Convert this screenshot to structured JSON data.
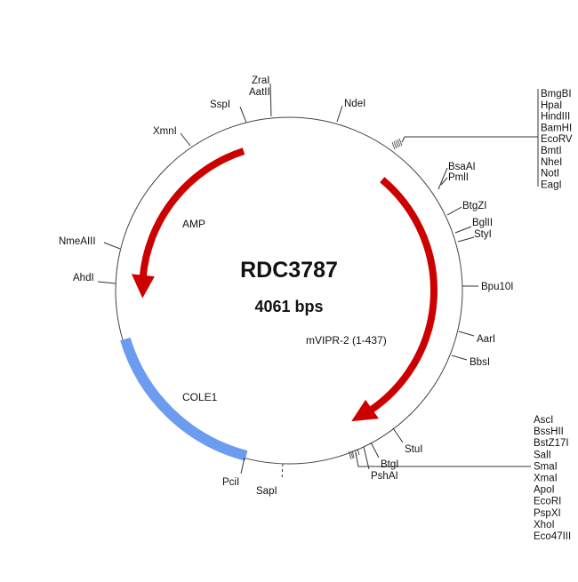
{
  "plasmid": {
    "name": "RDC3787",
    "size_label": "4061 bps"
  },
  "colors": {
    "arrow": "#cc0000",
    "origin": "#6c9cf0",
    "backbone": "#444444"
  },
  "features": {
    "amp": "AMP",
    "mvipr": "mVIPR-2 (1-437)",
    "cole1": "COLE1"
  },
  "sites": {
    "zrai": "ZraI",
    "aatii": "AatII",
    "sspi": "SspI",
    "xmni": "XmnI",
    "ndei": "NdeI",
    "nmeaiii": "NmeAIII",
    "ahdi": "AhdI",
    "bsaai": "BsaAI",
    "pmli": "PmlI",
    "btgzi": "BtgZI",
    "bglii": "BglII",
    "styi": "StyI",
    "bpu10i": "Bpu10I",
    "aari": "AarI",
    "bbsi": "BbsI",
    "stui": "StuI",
    "btgi": "BtgI",
    "pshai": "PshAI",
    "pcii": "PciI",
    "sapi": "SapI"
  },
  "mcs_top": [
    "BmgBI",
    "HpaI",
    "HindIII",
    "BamHI",
    "EcoRV",
    "BmtI",
    "NheI",
    "NotI",
    "EagI"
  ],
  "mcs_bottom": [
    "AscI",
    "BssHII",
    "BstZ17I",
    "SalI",
    "SmaI",
    "XmaI",
    "ApoI",
    "EcoRI",
    "PspXI",
    "XhoI",
    "Eco47III"
  ]
}
